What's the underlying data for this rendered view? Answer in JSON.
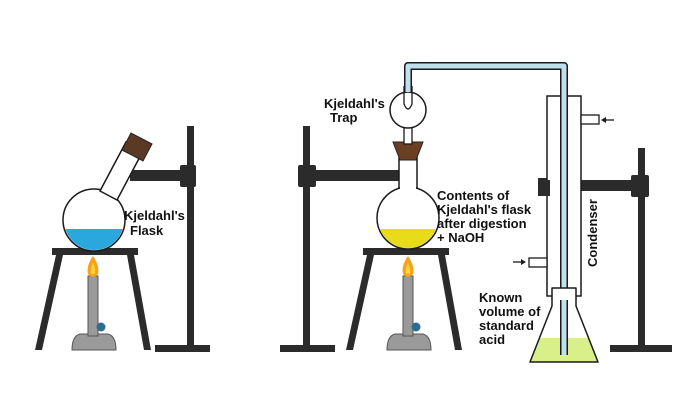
{
  "labels": {
    "flask_name": [
      "Kjeldahl's",
      "Flask"
    ],
    "trap": [
      "Kjeldahl's",
      "Trap"
    ],
    "contents": [
      "Contents of",
      "Kjeldahl's flask",
      "after digestion",
      "+ NaOH"
    ],
    "condenser": "Condenser",
    "acid": [
      "Known",
      "volume of",
      "standard",
      "acid"
    ]
  },
  "colors": {
    "outline": "#1a1a1a",
    "glass": "#ffffff",
    "stand": "#2b2b2b",
    "stopper": "#5a3a24",
    "trap_funnel": "#6b3f23",
    "blue_liquid": "#2aa8dd",
    "yellow_liquid": "#e8dc1a",
    "acid_liquid": "#d8ef8a",
    "tube": "#bfe0ee",
    "flame_outer": "#f7a21b",
    "flame_inner": "#ffd23d",
    "burner_metal": "#9a9a9a",
    "burner_knob": "#2d6e8e"
  }
}
